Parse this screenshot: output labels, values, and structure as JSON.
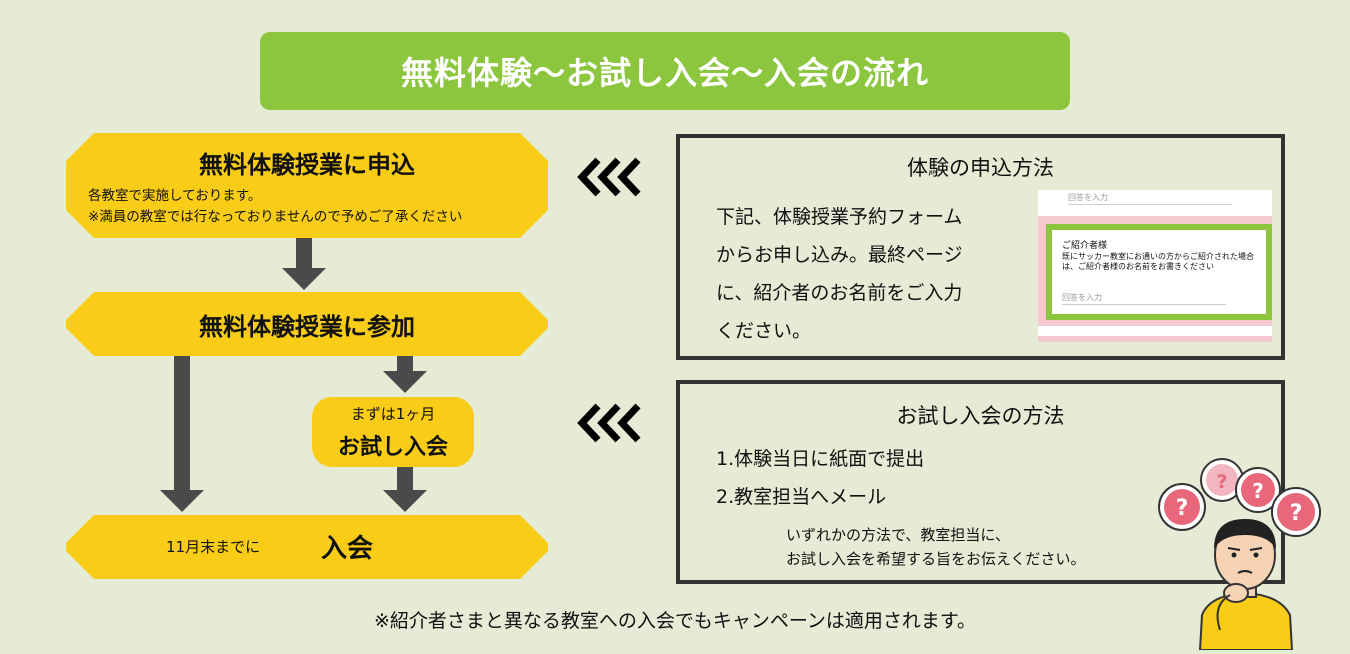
{
  "title": "無料体験〜お試し入会〜入会の流れ",
  "flow": {
    "step1": {
      "heading": "無料体験授業に申込",
      "note1": "各教室で実施しております。",
      "note2": "※満員の教室では行なっておりませんので予めご了承ください"
    },
    "step2": {
      "heading": "無料体験授業に参加"
    },
    "step3": {
      "small": "まずは1ヶ月",
      "big": "お試し入会"
    },
    "step4": {
      "small": "11月末までに",
      "big": "入会"
    }
  },
  "chevron_text": "<<<",
  "panel1": {
    "title": "体験の申込方法",
    "lines": [
      "下記、体験授業予約フォーム",
      "からお申し込み。最終ページ",
      "に、紹介者のお名前をご入力",
      "ください。"
    ],
    "form": {
      "placeholder_top": "回答を入力",
      "card_title": "ご紹介者様",
      "card_desc": "既にサッカー教室にお通いの方からご紹介された場合は、ご紹介者様のお名前をお書きください",
      "placeholder": "回答を入力"
    }
  },
  "panel2": {
    "title": "お試し入会の方法",
    "item1": "1.体験当日に紙面で提出",
    "item2": "2.教室担当へメール",
    "note1": "いずれかの方法で、教室担当に、",
    "note2": "お試し入会を希望する旨をお伝えください。"
  },
  "footer": "※紹介者さまと異なる教室への入会でもキャンペーンは適用されます。",
  "illustration": {
    "bubble_glyph": "?"
  },
  "colors": {
    "background": "#e5ebd4",
    "title_bar": "#8cc63f",
    "step_yellow": "#f9cc17",
    "arrow_gray": "#4a4a4a",
    "form_border_green": "#8cc63f",
    "bubble_pink": "#e9677a"
  }
}
